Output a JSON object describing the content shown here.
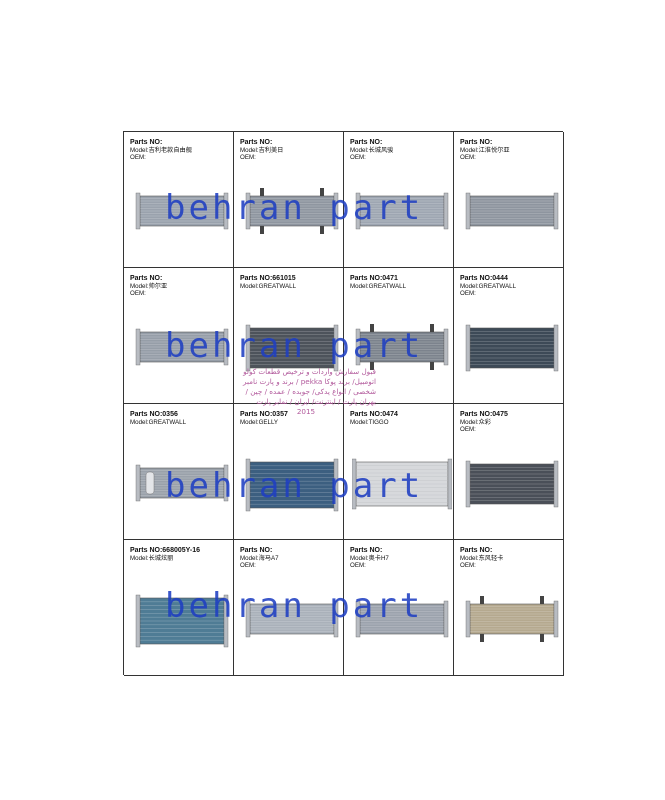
{
  "cells": [
    {
      "parts": "Parts NO:",
      "model": "Model:吉利老款自由舰",
      "oem": "OEM:",
      "color": "#9aa2ad",
      "style": "plain"
    },
    {
      "parts": "Parts NO:",
      "model": "Model:吉利美日",
      "oem": "OEM:",
      "color": "#8f96a0",
      "style": "brackets"
    },
    {
      "parts": "Parts NO:",
      "model": "Model:长城风骏",
      "oem": "OEM:",
      "color": "#9ea6b2",
      "style": "plain"
    },
    {
      "parts": "Parts NO:",
      "model": "Model:江淮悦尔亚",
      "oem": "OEM:",
      "color": "#8e959f",
      "style": "plain"
    },
    {
      "parts": "Parts NO:",
      "model": "Model:帅尔亚",
      "oem": "OEM:",
      "color": "#969ea8",
      "style": "plain"
    },
    {
      "parts": "Parts NO:661015",
      "model": "Model:GREATWALL",
      "oem": "",
      "color": "#4d535b",
      "style": "dark"
    },
    {
      "parts": "Parts NO:0471",
      "model": "Model:GREATWALL",
      "oem": "",
      "color": "#7c838d",
      "style": "frame"
    },
    {
      "parts": "Parts NO:0444",
      "model": "Model:GREATWALL",
      "oem": "OEM:",
      "color": "#3d4a57",
      "style": "dark"
    },
    {
      "parts": "Parts NO:0356",
      "model": "Model:GREATWALL",
      "oem": "",
      "color": "#9aa1aa",
      "style": "drier"
    },
    {
      "parts": "Parts NO:0357",
      "model": "Model:GELLY",
      "oem": "",
      "color": "#3c5f80",
      "style": "blue"
    },
    {
      "parts": "Parts NO:0474",
      "model": "Model:TIGGO",
      "oem": "",
      "color": "#d7d9dc",
      "style": "box"
    },
    {
      "parts": "Parts NO:0475",
      "model": "Model:众彩",
      "oem": "OEM:",
      "color": "#4a4f58",
      "style": "dark"
    },
    {
      "parts": "Parts NO:668005Y-16",
      "model": "Model:长城炫丽",
      "oem": "",
      "color": "#4f7c95",
      "style": "blue"
    },
    {
      "parts": "Parts NO:",
      "model": "Model:海马A7",
      "oem": "OEM:",
      "color": "#aab1ba",
      "style": "plain"
    },
    {
      "parts": "Parts NO:",
      "model": "Model:奥卡H7",
      "oem": "OEM:",
      "color": "#9ca3ad",
      "style": "plain"
    },
    {
      "parts": "Parts NO:",
      "model": "Model:东风轻卡",
      "oem": "OEM:",
      "color": "#b5a98f",
      "style": "brackets"
    }
  ],
  "watermark": {
    "text": "behran part",
    "arabic_lines": [
      "قبول سفارش واردات و ترخیص قطعات کولو",
      "اتومبیل/ برند پوکا pekka / برند و پارت نامبر",
      "شخصی / انواع یدکی/ جوبده / عمده / چین /",
      "بهران پارت / اینترنت/ ایران / نمابر پارت",
      "2015"
    ]
  }
}
